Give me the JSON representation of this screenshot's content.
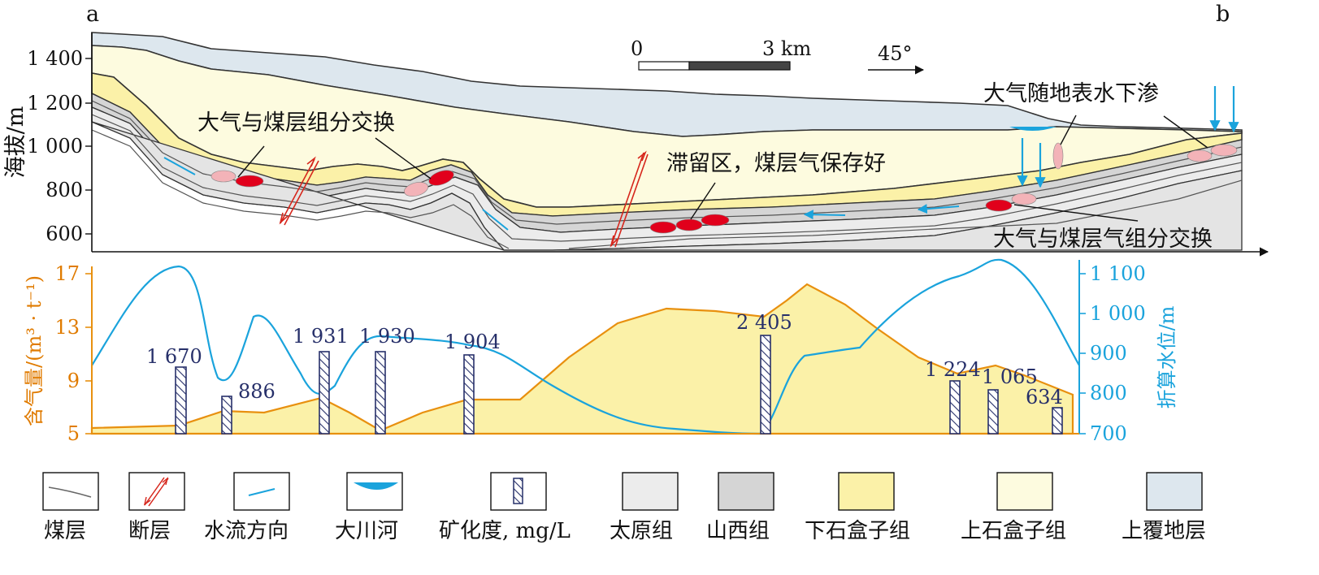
{
  "corner_labels": {
    "left": "a",
    "right": "b"
  },
  "section": {
    "y_axis_label": "海拔/m",
    "y_ticks": [
      "1 400",
      "1 200",
      "1 000",
      "800",
      "600"
    ],
    "scale_bar": {
      "zero": "0",
      "length": "3 km"
    },
    "direction": "45°",
    "annotations": {
      "exchange_left": "大气与煤层组分交换",
      "stagnant": "滞留区，煤层气保存好",
      "infiltration": "大气随地表水下渗",
      "exchange_right": "大气与煤层气组分交换"
    }
  },
  "chart_data": {
    "type": "line+bar",
    "left_axis": {
      "label": "含气量/(m³ · t⁻¹)",
      "ticks": [
        "17",
        "13",
        "9",
        "5"
      ],
      "range": [
        5,
        17
      ]
    },
    "right_axis": {
      "label": "折算水位/m",
      "ticks": [
        "1 100",
        "1 000",
        "900",
        "800",
        "700"
      ],
      "range": [
        700,
        1100
      ]
    },
    "mineralization_bars": [
      {
        "label": "1 670",
        "value": 1670
      },
      {
        "label": "886",
        "value": 886
      },
      {
        "label": "1 931",
        "value": 1931
      },
      {
        "label": "1 930",
        "value": 1930
      },
      {
        "label": "1 904",
        "value": 1904
      },
      {
        "label": "2 405",
        "value": 2405
      },
      {
        "label": "1 224",
        "value": 1224
      },
      {
        "label": "1 065",
        "value": 1065
      },
      {
        "label": "634",
        "value": 634
      }
    ]
  },
  "legend": [
    {
      "label": "煤层",
      "icon": "coal-seam-line"
    },
    {
      "label": "断层",
      "icon": "fault-arrows"
    },
    {
      "label": "水流方向",
      "icon": "water-flow-line"
    },
    {
      "label": "大川河",
      "icon": "river-lens"
    },
    {
      "label": "矿化度, mg/L",
      "icon": "hatched-bar"
    },
    {
      "label": "太原组",
      "icon": "fill",
      "color": "#ececec"
    },
    {
      "label": "山西组",
      "icon": "fill",
      "color": "#d5d5d5"
    },
    {
      "label": "下石盒子组",
      "icon": "fill",
      "color": "#fbf1a8"
    },
    {
      "label": "上石盒子组",
      "icon": "fill",
      "color": "#fdfbdf"
    },
    {
      "label": "上覆地层",
      "icon": "fill",
      "color": "#dde7ee"
    }
  ],
  "colors": {
    "gas_content": "#e8900f",
    "water_level": "#1aa3dc",
    "bar_outline": "#27306a",
    "fault": "#d6261c",
    "gas_ellipse": "#e1001b",
    "air_ellipse": "#f3b3b8"
  }
}
